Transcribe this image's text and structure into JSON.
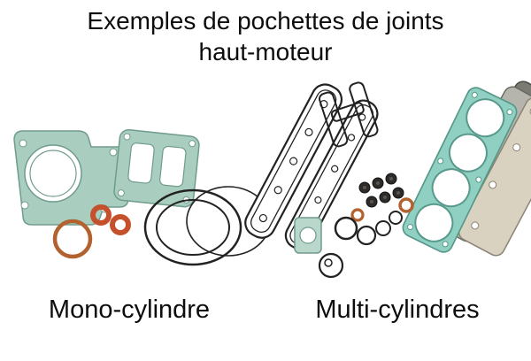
{
  "title": {
    "line1": "Exemples de pochettes de joints",
    "line2": "haut-moteur"
  },
  "labels": {
    "left": "Mono-cylindre",
    "right": "Multi-cylindres"
  },
  "colors": {
    "background": "#ffffff",
    "text": "#0d0d0d",
    "teal_light": "#a9cdbf",
    "teal_bright": "#8fd0c2",
    "teal_pale": "#b9d8cb",
    "teal_stroke": "#5f9484",
    "orange": "#c4512b",
    "copper": "#b2622f",
    "outline_dark": "#222222",
    "grommet": "#2e2b28",
    "grey_dark": "#7a7a72",
    "grey_mid": "#b5b5ad",
    "beige": "#d9d2c0"
  }
}
